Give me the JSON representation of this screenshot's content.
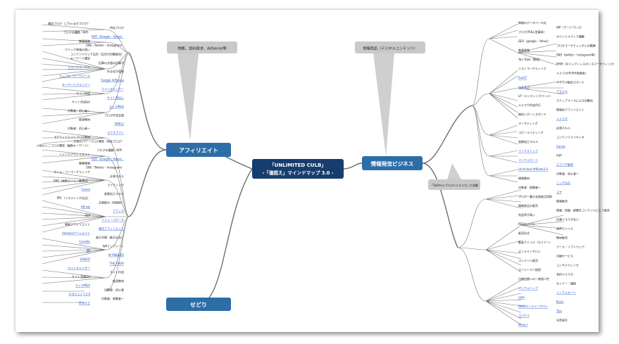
{
  "center": {
    "line1": "「UNLIMITED CULB」",
    "line2": "-「億超え」マインドマップ 3.0 -"
  },
  "main_nodes": {
    "affiliate": "アフィリエイト",
    "sedori": "せどり",
    "info_business": "情報発信ビジネス"
  },
  "callouts": {
    "affiliate": "物販、資料請求、AdSense等",
    "info": "情報商品（デジタルコンテンツ）",
    "twitter": "「Twitter×ブログ×メルマガ」の流動"
  },
  "left_items": [
    "雑記ブログ（ごちゃまぜブログ）",
    "特化ブログ",
    "ブログの種類（WP）",
    "SEO（Google・Yahoo）",
    "集客経路",
    "SNS（Twitter・Instagram）",
    "クリック単価の高い",
    "コンテンツマッチ広告（広告が自動配信）",
    "キーワード選定",
    "記事の文量は記事が",
    "クラウドワークス",
    "外注化が容易",
    "ラッコキーワードツール",
    "Google AdSense",
    "キーワードプランナー",
    "ウイトキャッサー",
    "サイト作成",
    "サイト見出し",
    "サイト作成&A",
    "ラッコM&A",
    "対象者：初心者〜",
    "ブログ作成支援",
    "推奨教材",
    "SWELL",
    "対象者：初心者〜",
    "エクスアフィ",
    "Xアフィリエイトブログ教材",
    "大型のパワーブログ運営（特化ブログ）",
    "小型のミニブログ運営（複数キーワード）",
    "ブログの種類（WP）",
    "トレンドアフィリエイト",
    "SEO（Google・Yahoo）",
    "集客経路",
    "SNS（Twitter・Instagram）",
    "ホーム・ブーマーケティング",
    "必須スキル",
    "SNS（検索エンジン最適化）",
    "ライティング",
    "Canva",
    "画像加工スキル",
    "PPC（リスティング広告）",
    "文章能力（特殊術）",
    "A8.net",
    "アフィカ",
    "ASP",
    "バリューコマース",
    "物販アフィリエイト",
    "楽天アフィリエイト",
    "Amazonアソシエイト",
    "楽天市場（楽天広告）",
    "ConoHa",
    "WPテンプレート",
    "JIN",
    "AFFINGER5",
    "SANGO",
    "THE THOR",
    "ウイトキャッサー",
    "サイト作成",
    "サイト売買&A",
    "推奨教材",
    "ラッコM&A",
    "対象者：初心者",
    "ボガジェイト2.0",
    "対象者：経験者〜",
    "性なせど"
  ],
  "right_items": [
    "情報のデータベース化",
    "WP（ワードプレス）",
    "ブログ(PULL型媒体)",
    "オウンドメディア構築",
    "SEO（google・Yahoo）",
    "プログマーケティングとの関連",
    "集客経路",
    "SNS（twitter・Instagram等）",
    "You Tube（動画）",
    "DRM（ダイレクトレスポンスマーケティング）",
    "リストマーケティング",
    "メルマガ(PUSH型媒体)",
    "ExaCF",
    "メルマガ配信スタンド",
    "エキスパ",
    "アスメル",
    "LP（ランディングページ）",
    "ステップメールによる自動化",
    "メルマガ作成代行",
    "情報系アフィリエイト",
    "無料レポートスタンド",
    "メルマタ",
    "マーケティング",
    "必須スキル",
    "コピーライティング",
    "コンテンツメイキング",
    "画像加工スキル",
    "Canva",
    "インフォトップ",
    "ASP",
    "インフォカート",
    "エフイデ販売",
    "Unlimited Affiliate3.0",
    "対象者：初心者〜",
    "情報教材",
    "ニッチ伝の",
    "対象者：経験者〜",
    "ユヤ",
    "プロが一番の支援者活用術",
    "情報販売",
    "情報商品の販売",
    "情報・知識・経験をコンテンツにして販売",
    "利益率が高い",
    "在庫リスクがない",
    "PDFファイル",
    "音声ファイル",
    "販売形式",
    "教材販売",
    "動画ファイル（セミナー）",
    "ツール・ソフトウェア",
    "オンラインサロン",
    "月額サービス",
    "コンテンツ販売",
    "コンサルティング",
    "マンツーマン指導",
    "有料メルマガ",
    "月額定額への一斉個人性",
    "セミナー・講座",
    "インフォトップ",
    "インフォカート",
    "note",
    "Brain",
    "DMMオンラインサロン",
    "Tips",
    "ココナラ",
    "決済会社",
    "Shop.s"
  ]
}
